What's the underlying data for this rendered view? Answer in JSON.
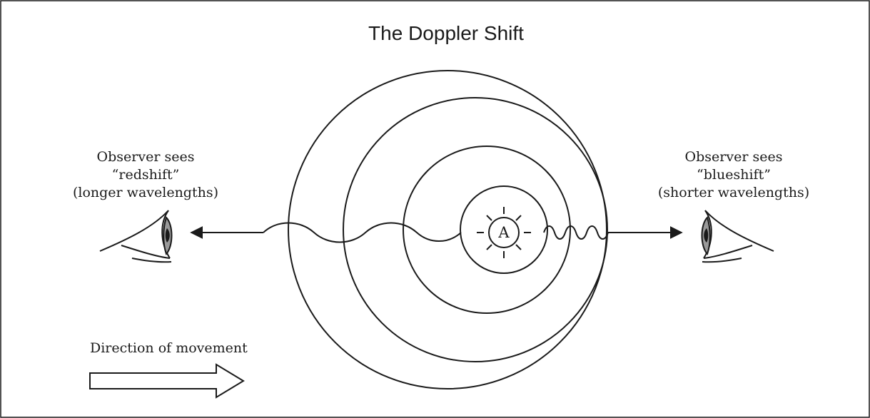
{
  "title": "The Doppler Shift",
  "source_label": "A",
  "left_observer": {
    "lines": [
      "Observer sees",
      "“redshift”",
      "(longer wavelengths)"
    ]
  },
  "right_observer": {
    "lines": [
      "Observer sees",
      "“blueshift”",
      "(shorter wavelengths)"
    ]
  },
  "movement": {
    "label": "Direction of movement"
  },
  "colors": {
    "ink": "#1a1a1a",
    "iris": "#9a9a9a",
    "pupil": "#1a1a1a",
    "background": "#ffffff"
  },
  "icons": {
    "left_observer": "eye-icon",
    "right_observer": "eye-icon",
    "movement": "hollow-right-arrow-icon",
    "source": "star-icon"
  }
}
